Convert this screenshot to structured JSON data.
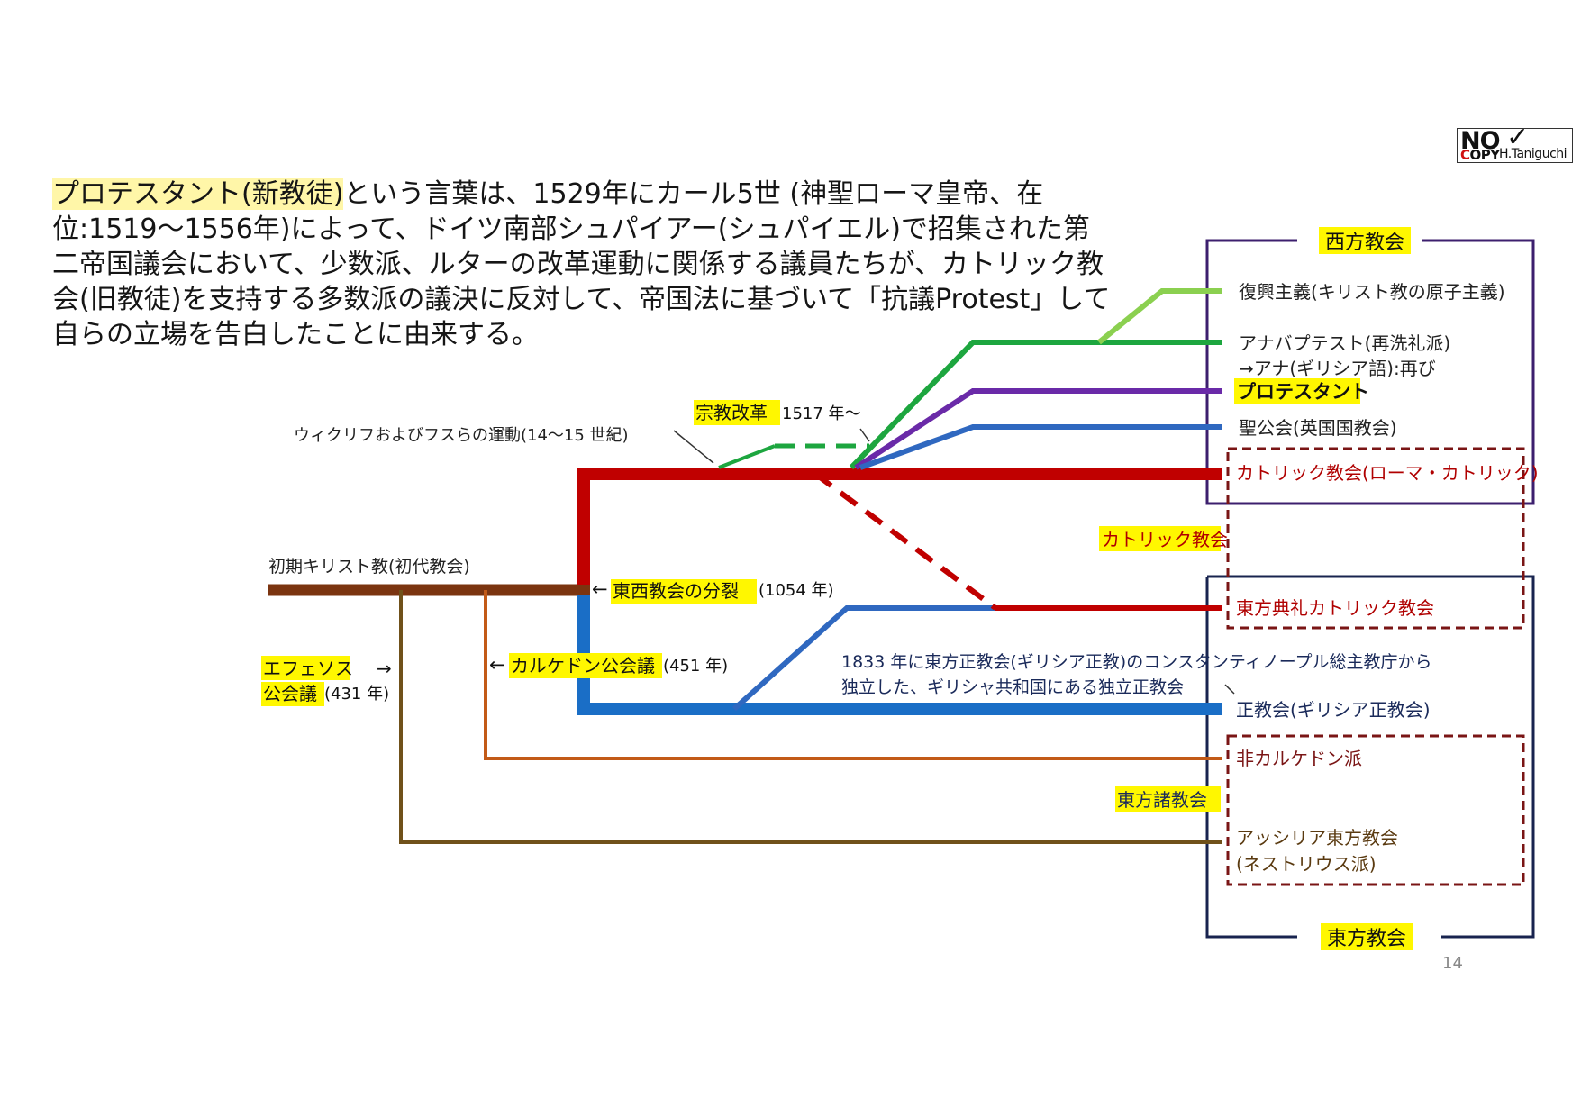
{
  "intro": {
    "highlight": "プロテスタント(新教徒)",
    "text": "という言葉は、1529年にカール5世 (神聖ローマ皇帝、在位:1519〜1556年)によって、ドイツ南部シュパイアー(シュパイエル)で招集された第二帝国議会において、少数派、ルターの改革運動に関係する議員たちが、カトリック教会(旧教徒)を支持する多数派の議決に反対して、帝国法に基づいて「抗議Protest」して自らの立場を告白したことに由来する。"
  },
  "watermark": {
    "no": "NO",
    "check": "✓",
    "copy_c": "C",
    "copy_rest": "OPY",
    "author": "H.Taniguchi"
  },
  "page_number": "14",
  "groups": {
    "western": "西方教会",
    "eastern": "東方教会",
    "catholic": "カトリック教会",
    "eastern_churches": "東方諸教会"
  },
  "branches": {
    "restoration": "復興主義(キリスト教の原子主義)",
    "anabaptist_1": "アナバプテスト(再洗礼派)",
    "anabaptist_2": "→アナ(ギリシア語):再び",
    "protestant": "プロテスタント",
    "anglican": "聖公会(英国国教会)",
    "catholic_roman": "カトリック教会(ローマ・カトリック)",
    "eastern_catholic": "東方典礼カトリック教会",
    "orthodox": "正教会(ギリシア正教会)",
    "non_chalcedonian": "非カルケドン派",
    "assyrian_1": "アッシリア東方教会",
    "assyrian_2": "(ネストリウス派)"
  },
  "events": {
    "early_christianity": "初期キリスト教(初代教会)",
    "schism_arrow": "←",
    "schism_name": "東西教会の分裂",
    "schism_year": "(1054 年)",
    "chalcedon_arrow": "←",
    "chalcedon_name": "カルケドン公会議",
    "chalcedon_year": "(451 年)",
    "ephesus_name": "エフェソス",
    "ephesus_arrow": "→",
    "ephesus_name2": "公会議",
    "ephesus_year": "(431 年)",
    "reformation_name": "宗教改革",
    "reformation_year": "1517 年〜",
    "wycliffe": "ウィクリフおよびフスらの運動(14〜15 世紀)",
    "greek_note_1": "1833 年に東方正教会(ギリシア正教)のコンスタンティノープル総主教庁から",
    "greek_note_2": "独立した、ギリシャ共和国にある独立正教会"
  },
  "colors": {
    "catholic_red": "#c00000",
    "orthodox_blue": "#1a6ec6",
    "early_brown": "#7b3410",
    "chalcedon_orange": "#c25a17",
    "ephesus_olive": "#70511a",
    "restoration_lightgreen": "#8bd050",
    "anabaptist_green": "#1da63f",
    "protestant_purple": "#6a2aa8",
    "anglican_blue": "#2f68c0",
    "western_frame": "#3c1f6e",
    "eastern_frame": "#18244f",
    "dashed_maroon": "#7a1515",
    "highlight_yellow": "#fff700"
  }
}
